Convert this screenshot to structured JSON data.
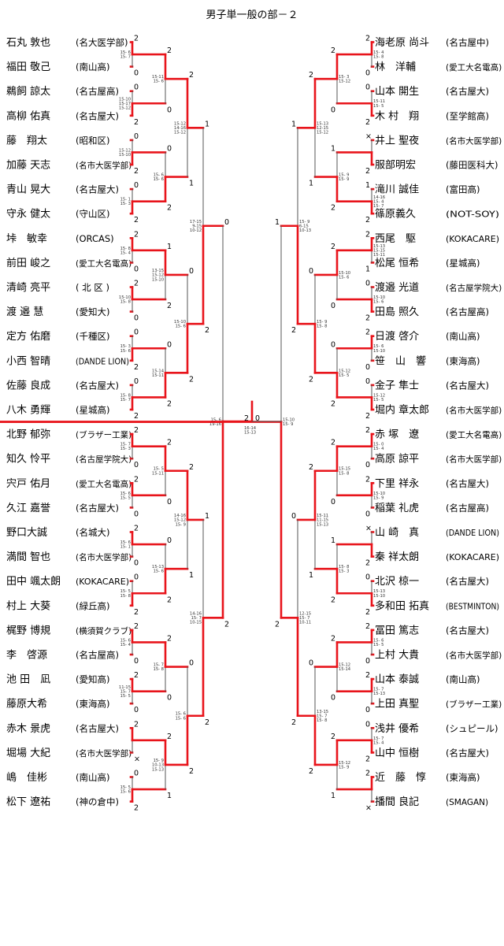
{
  "title": "男子単一般の部－２",
  "left_players": [
    {
      "name": "石丸 敦也",
      "aff": "(名大医学部)"
    },
    {
      "name": "福田 敬己",
      "aff": "(南山高)"
    },
    {
      "name": "鵜飼 諒太",
      "aff": "(名古屋高)"
    },
    {
      "name": "高柳 佑真",
      "aff": "(名古屋大)"
    },
    {
      "name": "藤　翔太",
      "aff": "(昭和区)"
    },
    {
      "name": "加藤 天志",
      "aff": "(名市大医学部)"
    },
    {
      "name": "青山 晃大",
      "aff": "(名古屋大)"
    },
    {
      "name": "守永 健太",
      "aff": "(守山区)"
    },
    {
      "name": "垰　敏幸",
      "aff": "(ORCAS)"
    },
    {
      "name": "前田 峻之",
      "aff": "(愛工大名電高)"
    },
    {
      "name": "清崎 亮平",
      "aff": "( 北 区 )"
    },
    {
      "name": "渡 邉 慧",
      "aff": "(愛知大)"
    },
    {
      "name": "定方 佑磨",
      "aff": "(千種区)"
    },
    {
      "name": "小西 智晴",
      "aff": "(DANDE LION)"
    },
    {
      "name": "佐藤 良成",
      "aff": "(名古屋大)"
    },
    {
      "name": "八木 勇輝",
      "aff": "(星城高)"
    },
    {
      "name": "北野 郁弥",
      "aff": "(ブラザー工業)"
    },
    {
      "name": "知久 怜平",
      "aff": "(名古屋学院大)"
    },
    {
      "name": "宍戸 佑月",
      "aff": "(愛工大名電高)"
    },
    {
      "name": "久江 嘉誉",
      "aff": "(名古屋大)"
    },
    {
      "name": "野口大誠",
      "aff": "(名城大)"
    },
    {
      "name": "満間 智也",
      "aff": "(名市大医学部)"
    },
    {
      "name": "田中 颯太朗",
      "aff": "(KOKACARE)"
    },
    {
      "name": "村上 大葵",
      "aff": "(緑丘高)"
    },
    {
      "name": "梶野 博規",
      "aff": "(横須賀クラブ)"
    },
    {
      "name": "李　啓源",
      "aff": "(名古屋高)"
    },
    {
      "name": "池 田　凪",
      "aff": "(愛知高)"
    },
    {
      "name": "藤原大希",
      "aff": "(東海高)"
    },
    {
      "name": "赤木 景虎",
      "aff": "(名古屋大)"
    },
    {
      "name": "堀場 大紀",
      "aff": "(名市大医学部)"
    },
    {
      "name": "嶋　佳彬",
      "aff": "(南山高)"
    },
    {
      "name": "松下 遼祐",
      "aff": "(神の倉中)"
    }
  ],
  "right_players": [
    {
      "name": "海老原 尚斗",
      "aff": "(名古屋中)"
    },
    {
      "name": "林　洋輔",
      "aff": "(愛工大名電高)"
    },
    {
      "name": "山本 開生",
      "aff": "(名古屋大)"
    },
    {
      "name": "木 村　翔",
      "aff": "(至学館高)"
    },
    {
      "name": "井上 聖夜",
      "aff": "(名市大医学部)"
    },
    {
      "name": "服部明宏",
      "aff": "(藤田医科大)"
    },
    {
      "name": "滝川 誠佳",
      "aff": "(富田高)"
    },
    {
      "name": "篠原義久",
      "aff": "(NOT-SOY)"
    },
    {
      "name": "西尾　駆",
      "aff": "(KOKACARE)"
    },
    {
      "name": "松尾 恒希",
      "aff": "(星城高)"
    },
    {
      "name": "渡邉 光道",
      "aff": "(名古屋学院大)"
    },
    {
      "name": "田島 照久",
      "aff": "(名古屋高)"
    },
    {
      "name": "日渡 啓介",
      "aff": "(南山高)"
    },
    {
      "name": "笹　山　響",
      "aff": "(東海高)"
    },
    {
      "name": "金子 隼士",
      "aff": "(名古屋大)"
    },
    {
      "name": "堀内 章太郎",
      "aff": "(名市大医学部)"
    },
    {
      "name": "赤 塚　遼",
      "aff": "(愛工大名電高)"
    },
    {
      "name": "高原 諒平",
      "aff": "(名市大医学部)"
    },
    {
      "name": "下里 祥永",
      "aff": "(名古屋大)"
    },
    {
      "name": "稲葉 礼虎",
      "aff": "(名古屋高)"
    },
    {
      "name": "山 崎　真",
      "aff": "(DANDE LION)"
    },
    {
      "name": "秦 祥太朗",
      "aff": "(KOKACARE)"
    },
    {
      "name": "北沢 椋一",
      "aff": "(名古屋大)"
    },
    {
      "name": "多和田 拓真",
      "aff": "(BESTMINTON)"
    },
    {
      "name": "冨田 篤志",
      "aff": "(名古屋大)"
    },
    {
      "name": "上村 大貴",
      "aff": "(名市大医学部)"
    },
    {
      "name": "山本 泰誠",
      "aff": "(南山高)"
    },
    {
      "name": "上田 真聖",
      "aff": "(ブラザー工業)"
    },
    {
      "name": "浅井 優希",
      "aff": "(シュピール)"
    },
    {
      "name": "山中 恒樹",
      "aff": "(名古屋大)"
    },
    {
      "name": "近　藤　惇",
      "aff": "(東海高)"
    },
    {
      "name": "播間 良記",
      "aff": "(SMAGAN)"
    }
  ],
  "left_rounds": [
    [
      {
        "w": 0,
        "r": [
          "2",
          "0"
        ],
        "s": [
          "15- 6",
          "15- 7"
        ]
      },
      {
        "w": 1,
        "r": [
          "0",
          "2"
        ],
        "s": [
          "15-10",
          "15-17",
          "15-12"
        ]
      },
      {
        "w": 1,
        "r": [
          "0",
          "2"
        ],
        "s": [
          "15-12",
          "15-10"
        ]
      },
      {
        "w": 1,
        "r": [
          "0",
          "2"
        ],
        "s": [
          "15- 1",
          "15- 3"
        ]
      },
      {
        "w": 0,
        "r": [
          "2",
          "0"
        ],
        "s": [
          "15- 8",
          "15- 4"
        ]
      },
      {
        "w": 0,
        "r": [
          "2",
          "0"
        ],
        "s": [
          "15-10",
          "15- 8"
        ]
      },
      {
        "w": 1,
        "r": [
          "0",
          "2"
        ],
        "s": [
          "15- 3",
          "15- 6"
        ]
      },
      {
        "w": 1,
        "r": [
          "0",
          "2"
        ],
        "s": [
          "15- 8",
          "15- 7"
        ]
      },
      {
        "w": 0,
        "r": [
          "2",
          "0"
        ],
        "s": [
          "15- 7",
          "15- 3"
        ]
      },
      {
        "w": 0,
        "r": [
          "2",
          "0"
        ],
        "s": [
          "15- 6",
          "15- 5"
        ]
      },
      {
        "w": 0,
        "r": [
          "2",
          "0"
        ],
        "s": [
          "15- 6",
          "15- 1"
        ]
      },
      {
        "w": 1,
        "r": [
          "0",
          "2"
        ],
        "s": [
          "15- 5",
          "15- 8"
        ]
      },
      {
        "w": 0,
        "r": [
          "2",
          "0"
        ],
        "s": [
          "15- 6",
          "15- 4"
        ]
      },
      {
        "w": 0,
        "r": [
          "2",
          "0"
        ],
        "s": [
          "11-15",
          "15- 7",
          "15- 5"
        ]
      },
      {
        "w": 0,
        "r": [
          "2",
          "×"
        ],
        "s": []
      },
      {
        "w": 1,
        "r": [
          "0",
          "2"
        ],
        "s": [
          "15- 5",
          "15- 6"
        ]
      }
    ],
    [
      {
        "w": 0,
        "r": [
          "2",
          "0"
        ],
        "s": [
          "15-11",
          "15- 6"
        ]
      },
      {
        "w": 1,
        "r": [
          "0",
          "2"
        ],
        "s": [
          "15- 6",
          "15- 6"
        ]
      },
      {
        "w": 0,
        "r": [
          "1",
          "2"
        ],
        "s": [
          "13-15",
          "15-12",
          "15-10"
        ]
      },
      {
        "w": 1,
        "r": [
          "0",
          "2"
        ],
        "s": [
          "15-14",
          "15-11"
        ]
      },
      {
        "w": 0,
        "r": [
          "2",
          "0"
        ],
        "s": [
          "15- 5",
          "15-11"
        ]
      },
      {
        "w": 1,
        "r": [
          "0",
          "2"
        ],
        "s": [
          "15-13",
          "15- 6"
        ]
      },
      {
        "w": 0,
        "r": [
          "2",
          "0"
        ],
        "s": [
          "15- 7",
          "15- 8"
        ]
      },
      {
        "w": 0,
        "r": [
          "2",
          "1"
        ],
        "s": [
          "15- 9",
          "10-13",
          "15-13"
        ]
      }
    ],
    [
      {
        "w": 0,
        "r": [
          "2",
          "1"
        ],
        "s": [
          "15-12",
          "14-16",
          "15-12"
        ]
      },
      {
        "w": 1,
        "r": [
          "0",
          "2"
        ],
        "s": [
          "15-10",
          "15- 6"
        ]
      },
      {
        "w": 0,
        "r": [
          "2",
          "1"
        ],
        "s": [
          "14-16",
          "15-12",
          "15- 9"
        ]
      },
      {
        "w": 1,
        "r": [
          "0",
          "2"
        ],
        "s": [
          "15- 6",
          "15- 6"
        ]
      }
    ],
    [
      {
        "w": 1,
        "r": [
          "1",
          "2"
        ],
        "s": [
          "17-15",
          "9-15",
          "10-12"
        ]
      },
      {
        "w": 1,
        "r": [
          "1",
          "2"
        ],
        "s": [
          "14-16",
          "15- 7",
          "10-15"
        ]
      }
    ],
    [
      {
        "w": 1,
        "r": [
          "0",
          "2"
        ],
        "s": [
          "15- 6",
          "19-16"
        ]
      }
    ]
  ],
  "right_rounds": [
    [
      {
        "w": 0,
        "r": [
          "2",
          "0"
        ],
        "s": [
          "15- 4",
          "15- 8"
        ]
      },
      {
        "w": 1,
        "r": [
          "0",
          "2"
        ],
        "s": [
          "15-11",
          "15- 5"
        ]
      },
      {
        "w": 1,
        "r": [
          "×",
          "2"
        ],
        "s": []
      },
      {
        "w": 1,
        "r": [
          "1",
          "2"
        ],
        "s": [
          "14-16",
          "15- 4",
          "15- 7"
        ]
      },
      {
        "w": 0,
        "r": [
          "2",
          "1"
        ],
        "s": [
          "15-13",
          "15-15",
          "15-11"
        ]
      },
      {
        "w": 1,
        "r": [
          "0",
          "2"
        ],
        "s": [
          "15-10",
          "15- 6"
        ]
      },
      {
        "w": 0,
        "r": [
          "2",
          "0"
        ],
        "s": [
          "15- 6",
          "15-10"
        ]
      },
      {
        "w": 1,
        "r": [
          "0",
          "2"
        ],
        "s": [
          "15-12",
          "15- 5"
        ]
      },
      {
        "w": 0,
        "r": [
          "2",
          "0"
        ],
        "s": [
          "15- 0",
          "15- 4"
        ]
      },
      {
        "w": 0,
        "r": [
          "2",
          "0"
        ],
        "s": [
          "15-10",
          "15- 9"
        ]
      },
      {
        "w": 1,
        "r": [
          "×",
          "2"
        ],
        "s": []
      },
      {
        "w": 1,
        "r": [
          "0",
          "2"
        ],
        "s": [
          "15-13",
          "15-10"
        ]
      },
      {
        "w": 0,
        "r": [
          "2",
          "0"
        ],
        "s": [
          "15- 6",
          "15- 5"
        ]
      },
      {
        "w": 0,
        "r": [
          "2",
          "0"
        ],
        "s": [
          "15- 7",
          "15-13"
        ]
      },
      {
        "w": 1,
        "r": [
          "0",
          "2"
        ],
        "s": [
          "15- 7",
          "15- 4"
        ]
      },
      {
        "w": 0,
        "r": [
          "2",
          "×"
        ],
        "s": []
      }
    ],
    [
      {
        "w": 0,
        "r": [
          "2",
          "0"
        ],
        "s": [
          "15- 3",
          "15-12"
        ]
      },
      {
        "w": 1,
        "r": [
          "1",
          "2"
        ],
        "s": [
          "15- 9",
          "15- 9"
        ]
      },
      {
        "w": 0,
        "r": [
          "2",
          "0"
        ],
        "s": [
          "15-10",
          "15- 6"
        ]
      },
      {
        "w": 1,
        "r": [
          "0",
          "2"
        ],
        "s": [
          "15-12",
          "15- 5"
        ]
      },
      {
        "w": 0,
        "r": [
          "2",
          "0"
        ],
        "s": [
          "15-15",
          "15- 8"
        ]
      },
      {
        "w": 1,
        "r": [
          "1",
          "2"
        ],
        "s": [
          "15- 8",
          "15- 3"
        ]
      },
      {
        "w": 0,
        "r": [
          "2",
          "0"
        ],
        "s": [
          "15-12",
          "15-14"
        ]
      },
      {
        "w": 0,
        "r": [
          "2",
          "1"
        ],
        "s": [
          "15-12",
          "15- 9"
        ]
      }
    ],
    [
      {
        "w": 0,
        "r": [
          "2",
          "1"
        ],
        "s": [
          "15-13",
          "12-15",
          "15-12"
        ]
      },
      {
        "w": 1,
        "r": [
          "0",
          "2"
        ],
        "s": [
          "15- 9",
          "15- 8"
        ]
      },
      {
        "w": 0,
        "r": [
          "2",
          "1"
        ],
        "s": [
          "15-11",
          "11-15",
          "15-13"
        ]
      },
      {
        "w": 1,
        "r": [
          "0",
          "2"
        ],
        "s": [
          "13-15",
          "15- 7",
          "15- 8"
        ]
      }
    ],
    [
      {
        "w": 1,
        "r": [
          "1",
          "2"
        ],
        "s": [
          "15- 9",
          "6-15",
          "10-13"
        ]
      },
      {
        "w": 1,
        "r": [
          "0",
          "2"
        ],
        "s": [
          "12-15",
          "15- 7",
          "10-11"
        ]
      }
    ],
    [
      {
        "w": 1,
        "r": [
          "1",
          "2"
        ],
        "s": [
          "15-10",
          "15- 9"
        ]
      }
    ]
  ],
  "final": {
    "left_result": "2",
    "right_result": "0",
    "scores": [
      "16-14",
      "15-13"
    ]
  }
}
